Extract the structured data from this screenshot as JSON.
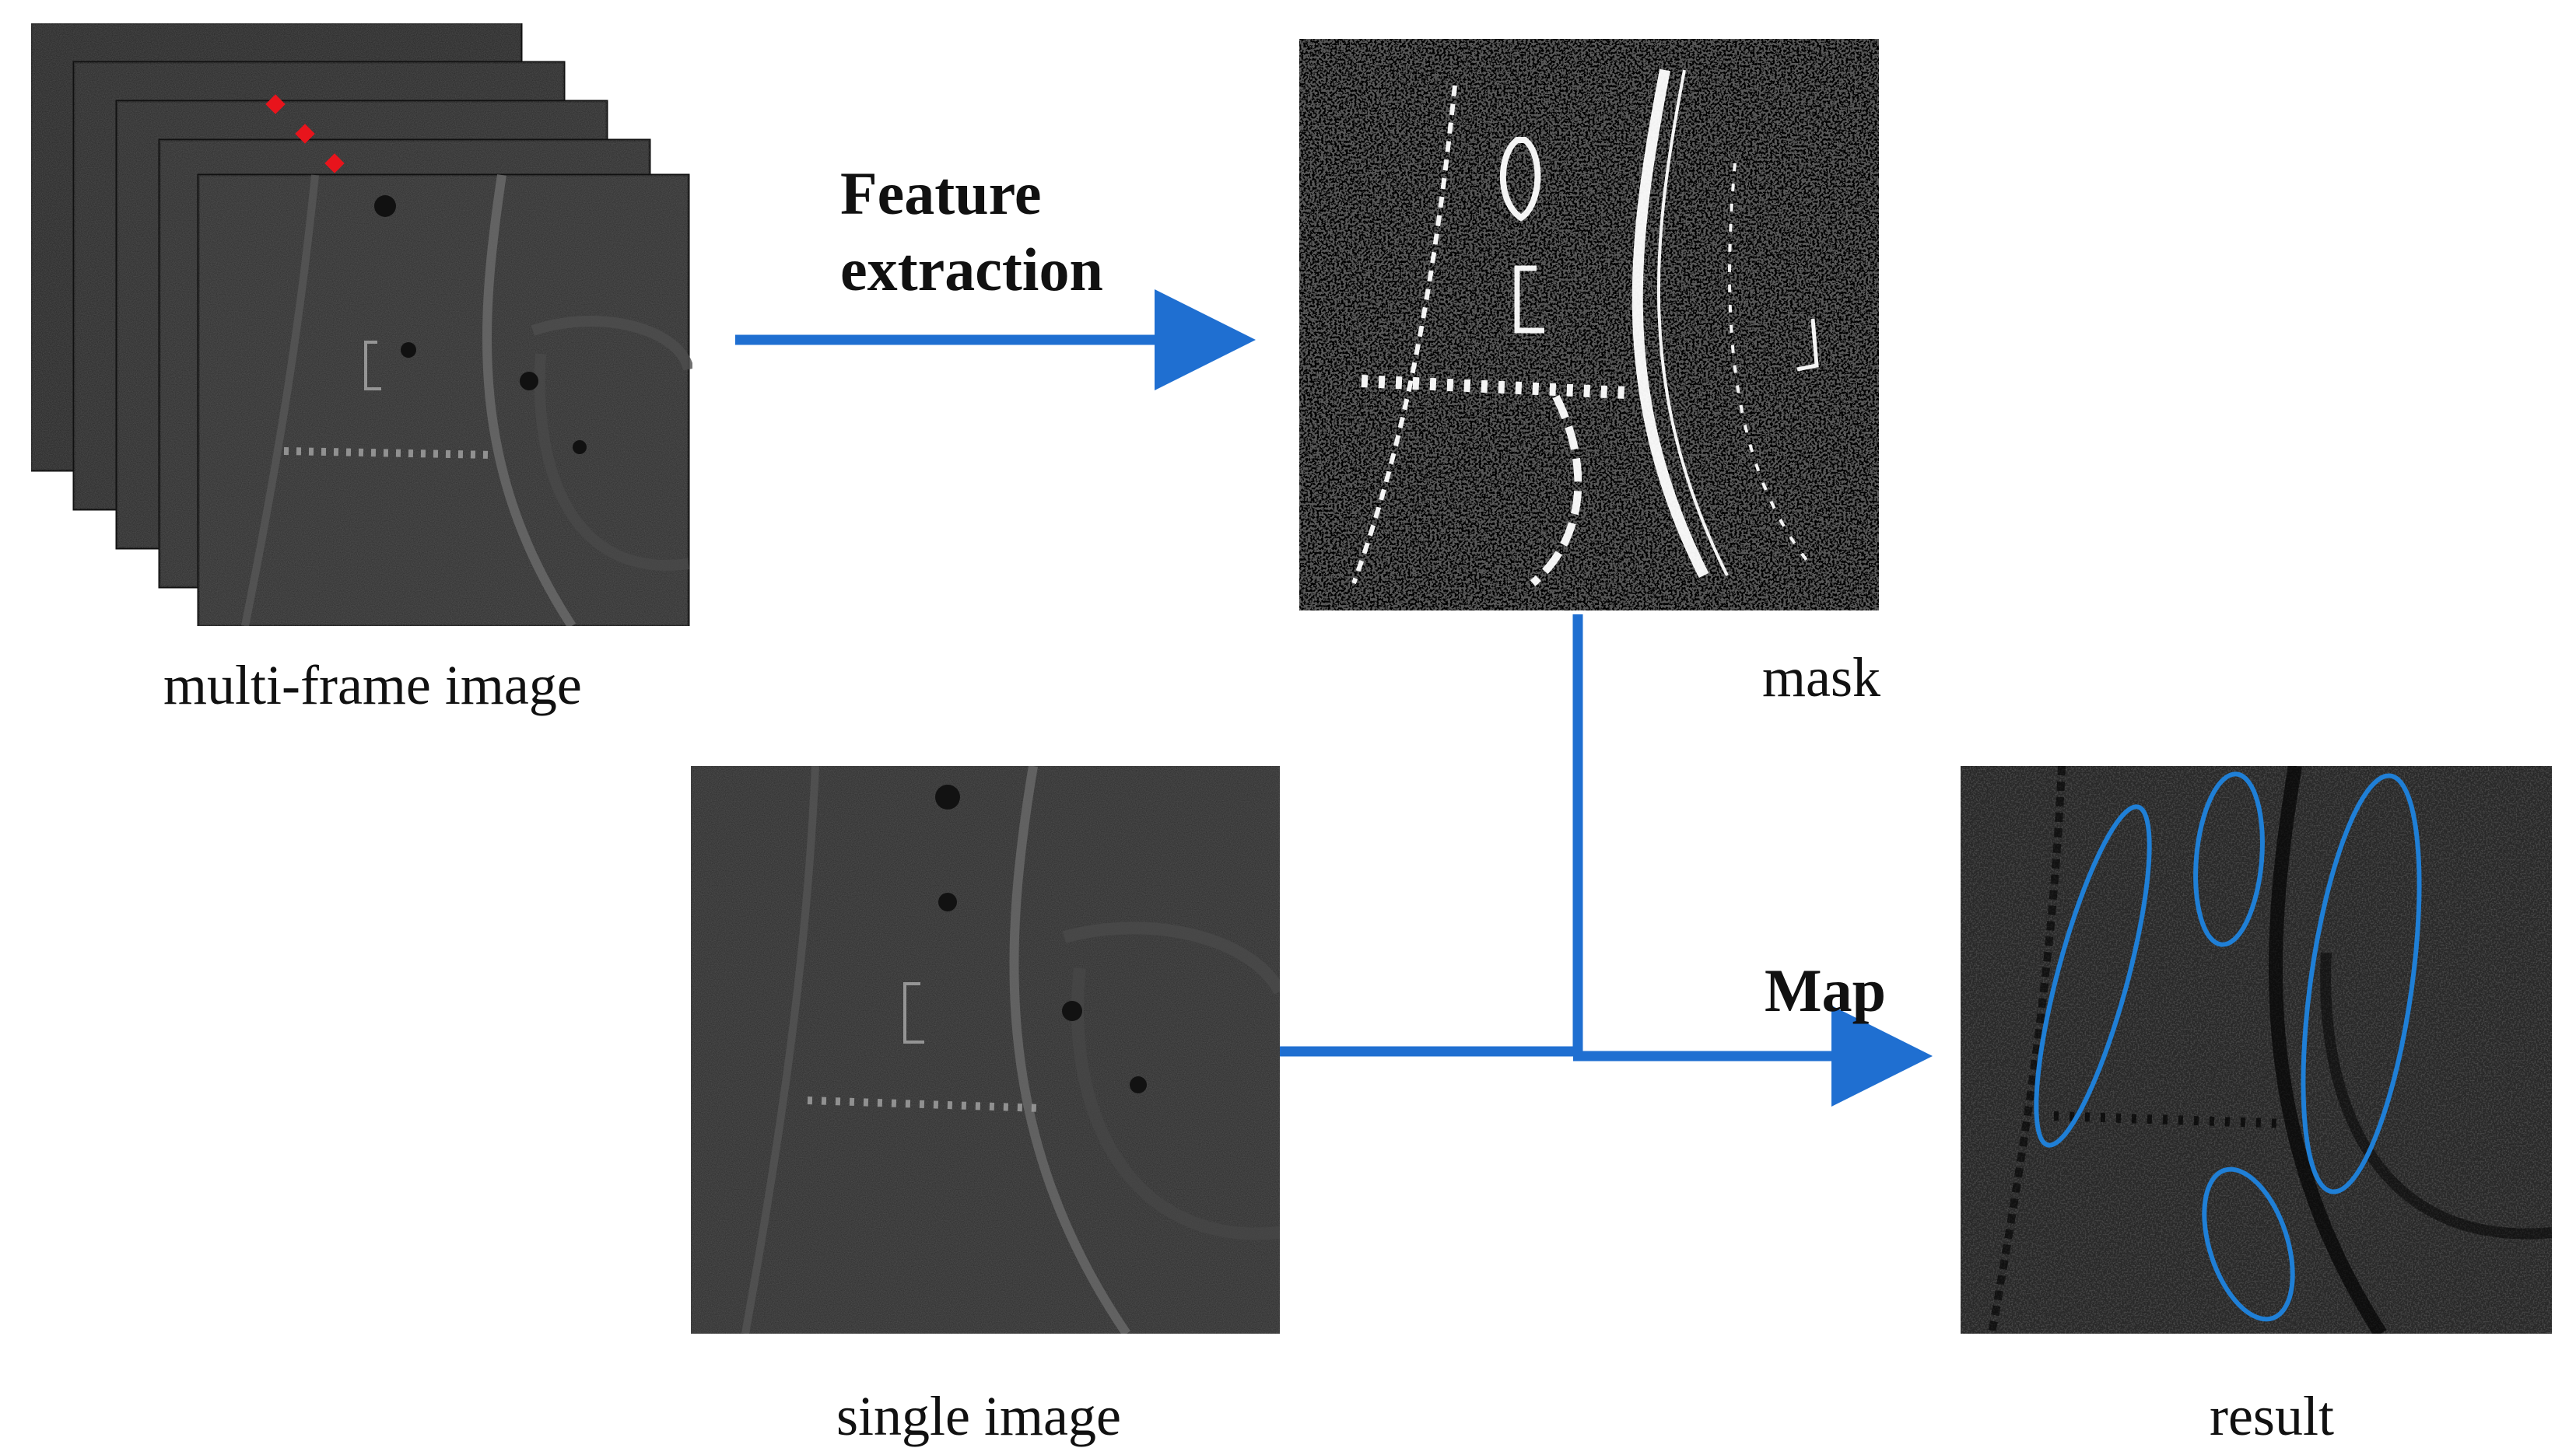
{
  "labels": {
    "multi_frame": "multi-frame image",
    "mask": "mask",
    "single": "single image",
    "result": "result"
  },
  "operations": {
    "feature_line1": "Feature",
    "feature_line2": "extraction",
    "map": "Map"
  },
  "colors": {
    "arrow": "#1f6fd1",
    "ellipse": "#1f7fd6",
    "marker": "#e8141c",
    "photo_dark": "#2a2a2a",
    "mask_bg": "#000000"
  },
  "frame_stack_count": 5,
  "marker_count": 3,
  "ellipse_count": 4
}
